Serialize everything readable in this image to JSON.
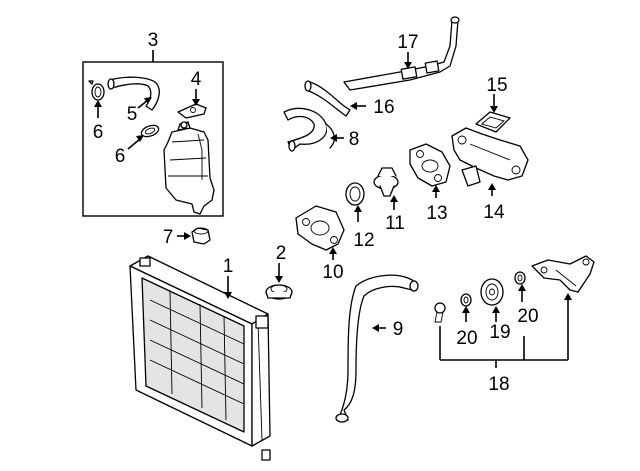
{
  "diagram": {
    "callouts": {
      "c1": "1",
      "c2": "2",
      "c3": "3",
      "c4": "4",
      "c5": "5",
      "c6a": "6",
      "c6b": "6",
      "c7": "7",
      "c8": "8",
      "c9": "9",
      "c10": "10",
      "c11": "11",
      "c12": "12",
      "c13": "13",
      "c14": "14",
      "c15": "15",
      "c16": "16",
      "c17": "17",
      "c18": "18",
      "c19": "19",
      "c20a": "20",
      "c20b": "20"
    }
  }
}
